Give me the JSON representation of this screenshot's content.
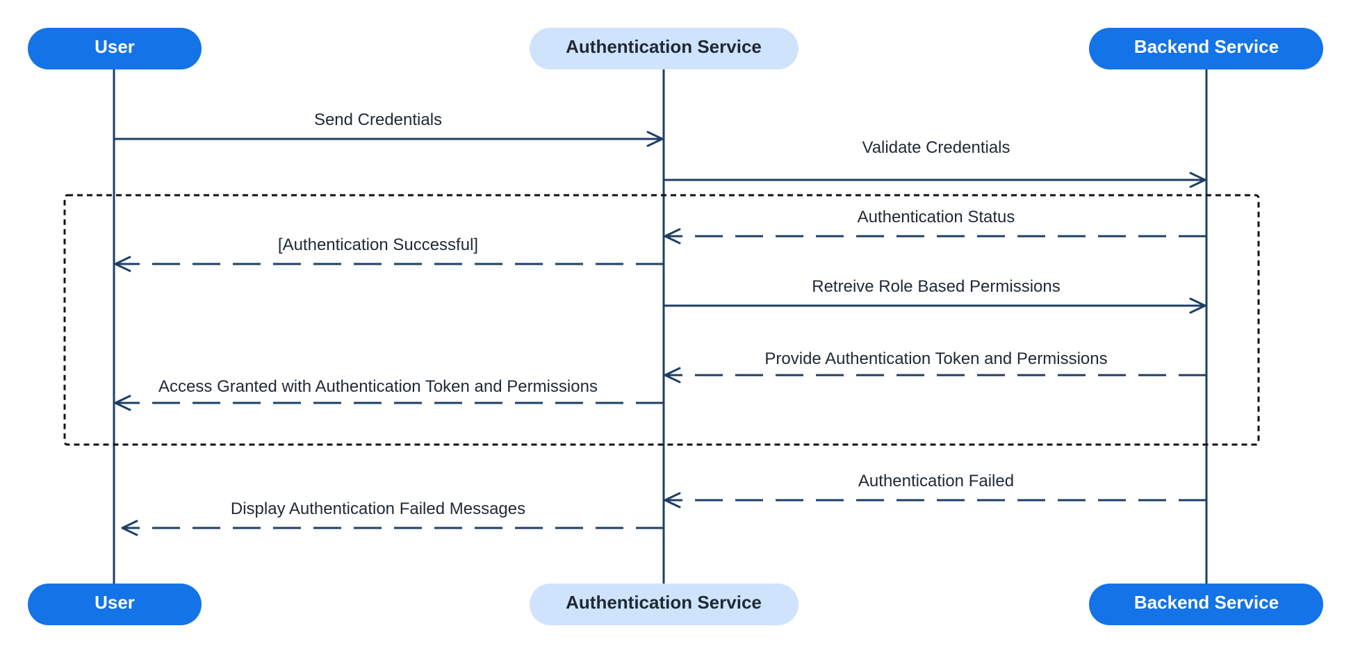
{
  "colors": {
    "actor_primary": "#1473e6",
    "actor_primary_text": "#ffffff",
    "actor_secondary": "#cfe3fd",
    "actor_secondary_text": "#1f2933",
    "line": "#1e3f66",
    "frame": "#111111"
  },
  "participants": [
    {
      "id": "user",
      "label": "User",
      "style": "primary"
    },
    {
      "id": "auth",
      "label": "Authentication Service",
      "style": "secondary"
    },
    {
      "id": "backend",
      "label": "Backend Service",
      "style": "primary"
    }
  ],
  "messages": [
    {
      "label": "Send Credentials",
      "from": "user",
      "to": "auth",
      "kind": "sync"
    },
    {
      "label": "Validate Credentials",
      "from": "auth",
      "to": "backend",
      "kind": "sync"
    },
    {
      "label": "Authentication Status",
      "from": "backend",
      "to": "auth",
      "kind": "reply"
    },
    {
      "label": "[Authentication Successful]",
      "from": "auth",
      "to": "user",
      "kind": "reply"
    },
    {
      "label": "Retreive Role Based Permissions",
      "from": "auth",
      "to": "backend",
      "kind": "sync"
    },
    {
      "label": "Provide Authentication Token and Permissions",
      "from": "backend",
      "to": "auth",
      "kind": "reply"
    },
    {
      "label": "Access Granted with Authentication Token and Permissions",
      "from": "auth",
      "to": "user",
      "kind": "reply"
    },
    {
      "label": "Authentication Failed",
      "from": "backend",
      "to": "auth",
      "kind": "reply"
    },
    {
      "label": "Display Authentication Failed Messages",
      "from": "auth",
      "to": "user",
      "kind": "reply"
    }
  ]
}
